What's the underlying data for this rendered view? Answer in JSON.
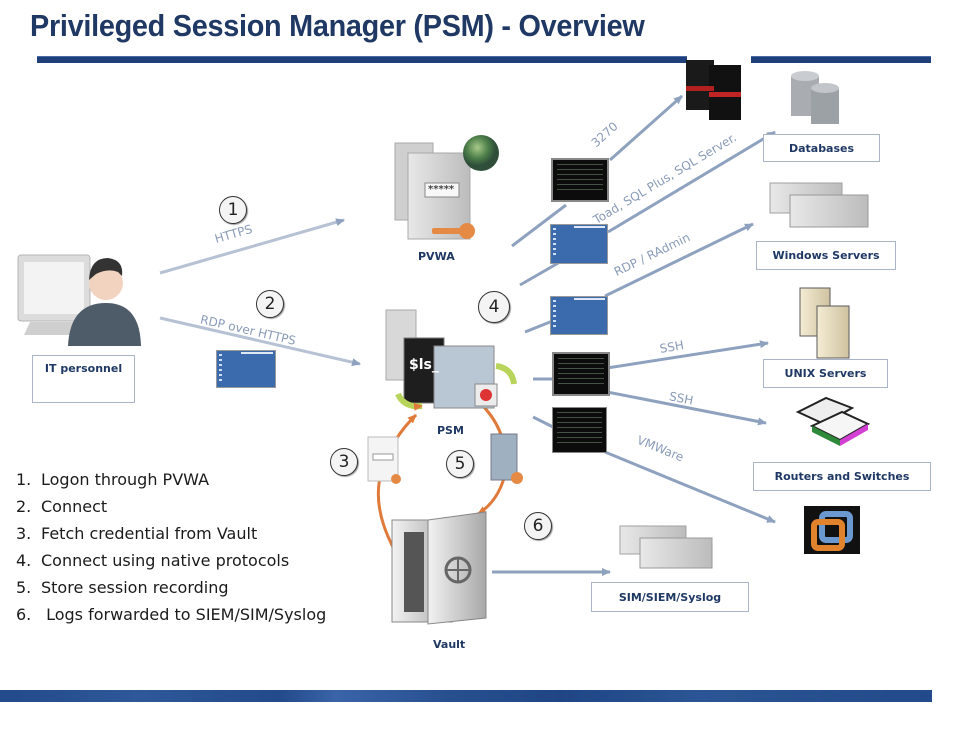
{
  "title": "Privileged Session Manager (PSM) - Overview",
  "colors": {
    "title": "#1f3864",
    "rule": "#1f3f7a",
    "arrow_blue": "#8ea2bf",
    "arrow_orange": "#e07a3a",
    "label": "#1f3864"
  },
  "nodes": {
    "it_personnel": "IT personnel",
    "pvwa": "PVWA",
    "psm": "PSM",
    "vault": "Vault",
    "pvwa_password_mask": "*****",
    "psm_terminal_text": "$ls_"
  },
  "targets": {
    "databases": "Databases",
    "windows_servers": "Windows Servers",
    "unix_servers": "UNIX Servers",
    "routers_switches": "Routers and Switches",
    "siem": "SIM/SIEM/Syslog"
  },
  "protocols": {
    "https": "HTTPS",
    "rdp_over_https": "RDP over HTTPS",
    "p3270": "3270",
    "sql": "Toad, SQL Plus, SQL Server.",
    "rdp_radmin": "RDP / RAdmin",
    "ssh1": "SSH",
    "ssh2": "SSH",
    "vmware": "VMWare"
  },
  "steps": [
    "1",
    "2",
    "3",
    "4",
    "5",
    "6"
  ],
  "legend": [
    {
      "num": "1.",
      "text": "Logon through PVWA"
    },
    {
      "num": "2.",
      "text": "Connect"
    },
    {
      "num": "3.",
      "text": "Fetch credential from Vault"
    },
    {
      "num": "4.",
      "text": "Connect using native protocols"
    },
    {
      "num": "5.",
      "text": "Store session recording"
    },
    {
      "num": "6.",
      "text": " Logs forwarded to SIEM/SIM/Syslog"
    }
  ]
}
